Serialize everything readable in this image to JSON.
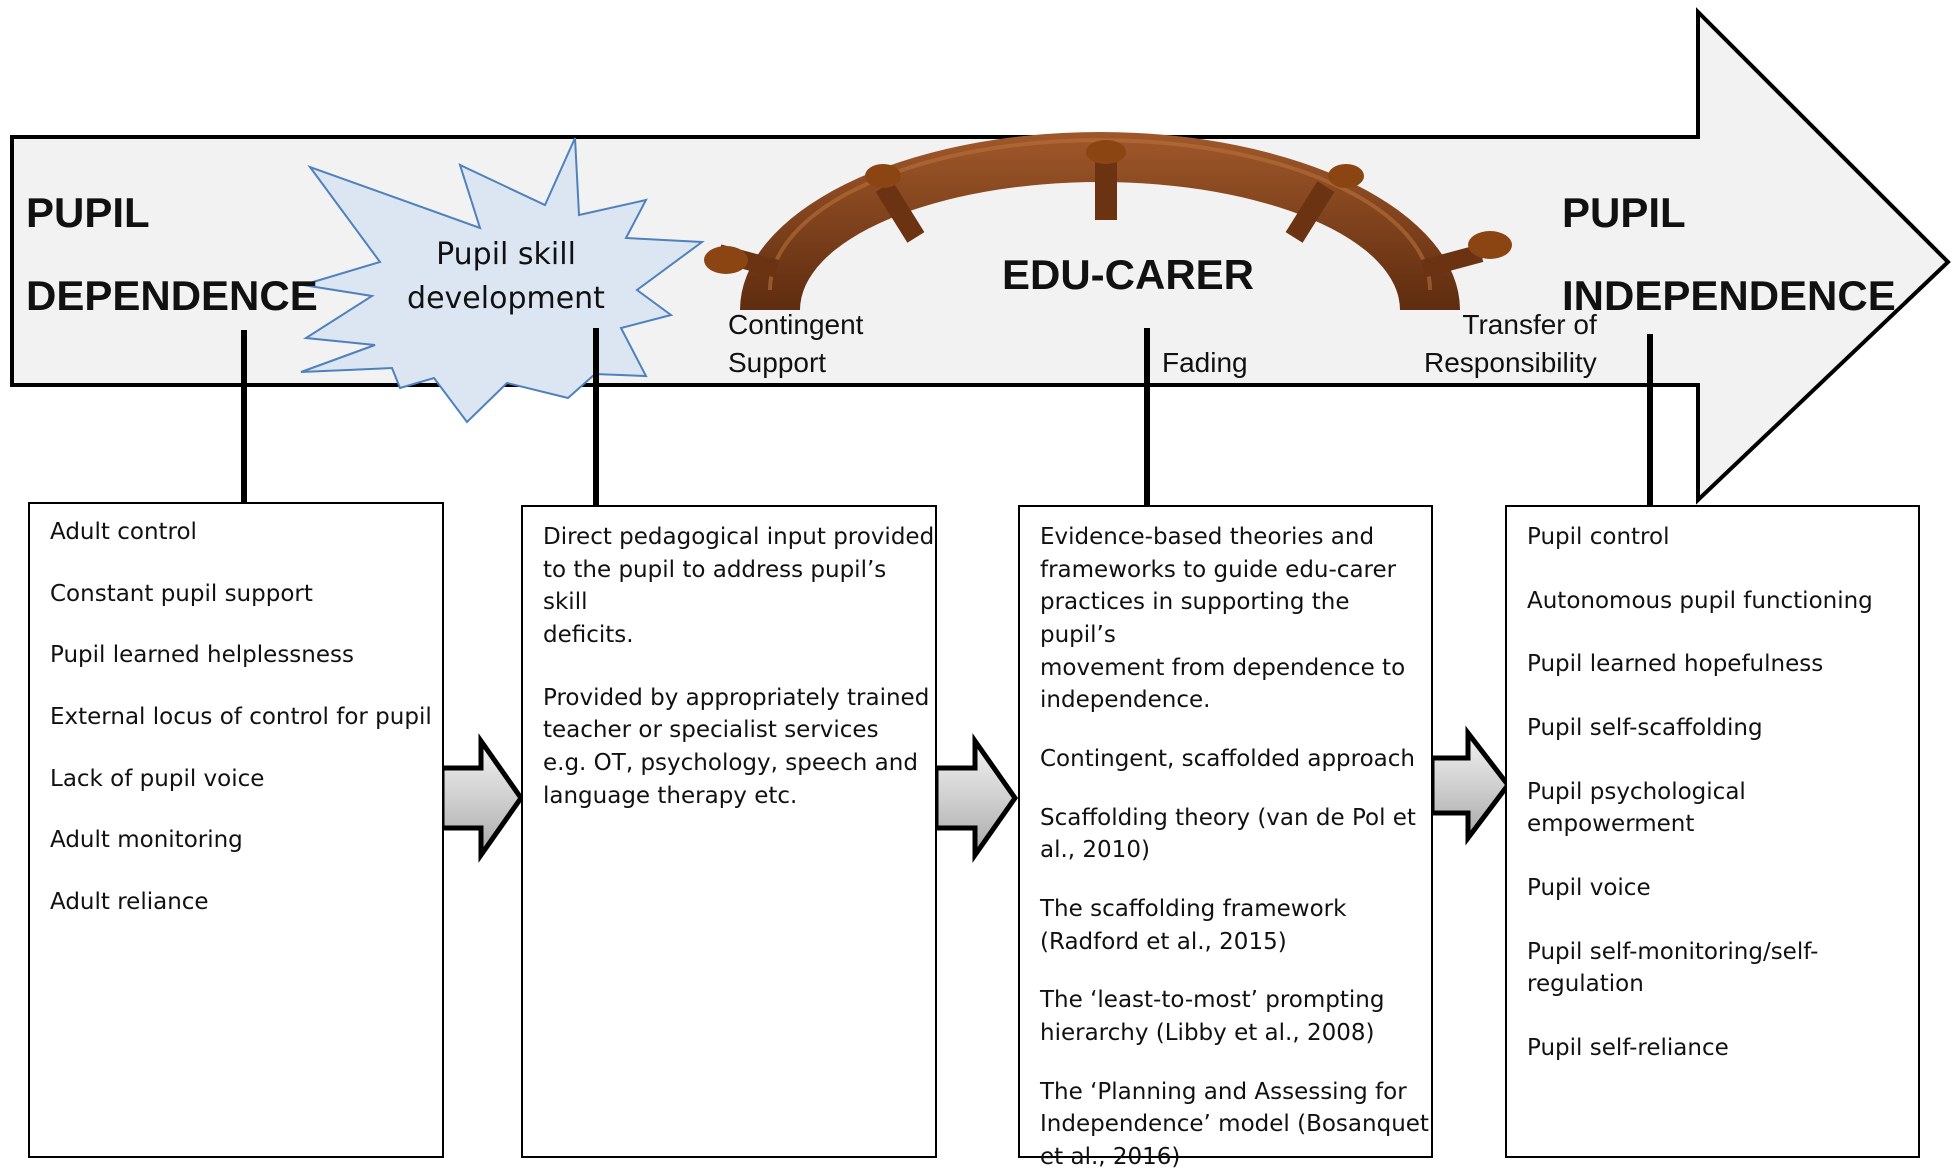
{
  "arrow": {
    "left_heading": [
      "PUPIL",
      "DEPENDENCE"
    ],
    "right_heading": [
      "PUPIL",
      "INDEPENDENCE"
    ],
    "center_heading": "EDU-CARER",
    "burst_label": "Pupil skill\ndevelopment",
    "stages": {
      "contingent": "Contingent\nSupport",
      "fading": "Fading",
      "transfer": "Transfer of\nResponsibility"
    }
  },
  "boxes": {
    "dependence": [
      "Adult control",
      "Constant pupil support",
      "Pupil learned helplessness",
      "External locus of control for pupil",
      "Lack of pupil voice",
      "Adult monitoring",
      "Adult reliance"
    ],
    "skill": [
      "Direct pedagogical input provided\nto the pupil to address pupil’s skill\ndeficits.",
      "Provided by appropriately trained\nteacher or specialist services\ne.g. OT, psychology, speech and\nlanguage therapy etc."
    ],
    "educarer": [
      "Evidence-based theories and\nframeworks to guide edu-carer\npractices in supporting the pupil’s\nmovement from dependence to\nindependence.",
      "Contingent, scaffolded approach",
      "Scaffolding theory (van de Pol et\nal., 2010)",
      "The scaffolding framework\n(Radford et al., 2015)",
      "The ‘least-to-most’ prompting\nhierarchy (Libby et al., 2008)",
      "The ‘Planning and Assessing for\nIndependence’ model (Bosanquet\net al., 2016)"
    ],
    "independence": [
      "Pupil control",
      "Autonomous pupil functioning",
      "Pupil learned hopefulness",
      "Pupil self-scaffolding",
      "Pupil psychological\nempowerment",
      "Pupil voice",
      "Pupil self-monitoring/self-\nregulation",
      "Pupil self-reliance"
    ]
  },
  "colors": {
    "arrow_fill": "#f2f2f2",
    "burst_fill": "#dce6f2",
    "burst_stroke": "#4f81bd",
    "wheel_wood": "#7a3d17",
    "wheel_light": "#a65a2a",
    "small_arrow_fill": "#d9d9d9"
  }
}
